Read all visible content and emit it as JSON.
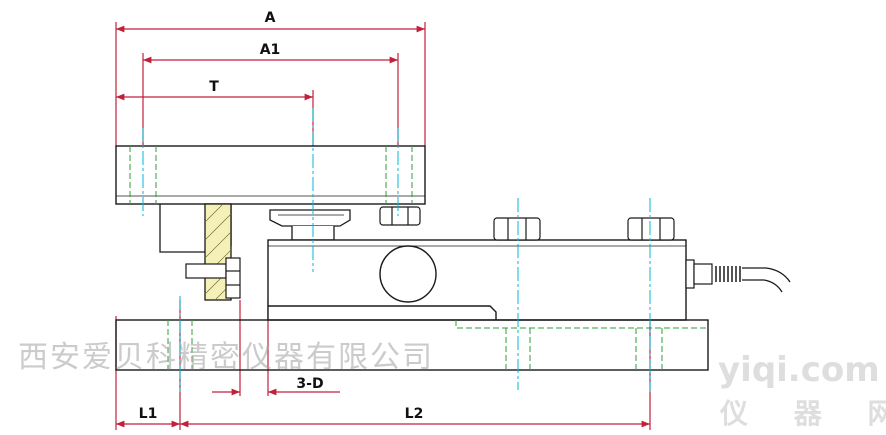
{
  "dimensions": {
    "A": "A",
    "A1": "A1",
    "T": "T",
    "D3": "3-D",
    "L1": "L1",
    "L2": "L2"
  },
  "watermark": {
    "company": "西安爱贝科精密仪器有限公司",
    "site": "yiqi.com",
    "site_sub": "仪 器 网"
  },
  "colors": {
    "outline": "#1a1a1a",
    "dimension": "#c0203a",
    "centerline": "#00b8d8",
    "hatch": "#2e9e3a",
    "insert": "#f4f0b8"
  }
}
